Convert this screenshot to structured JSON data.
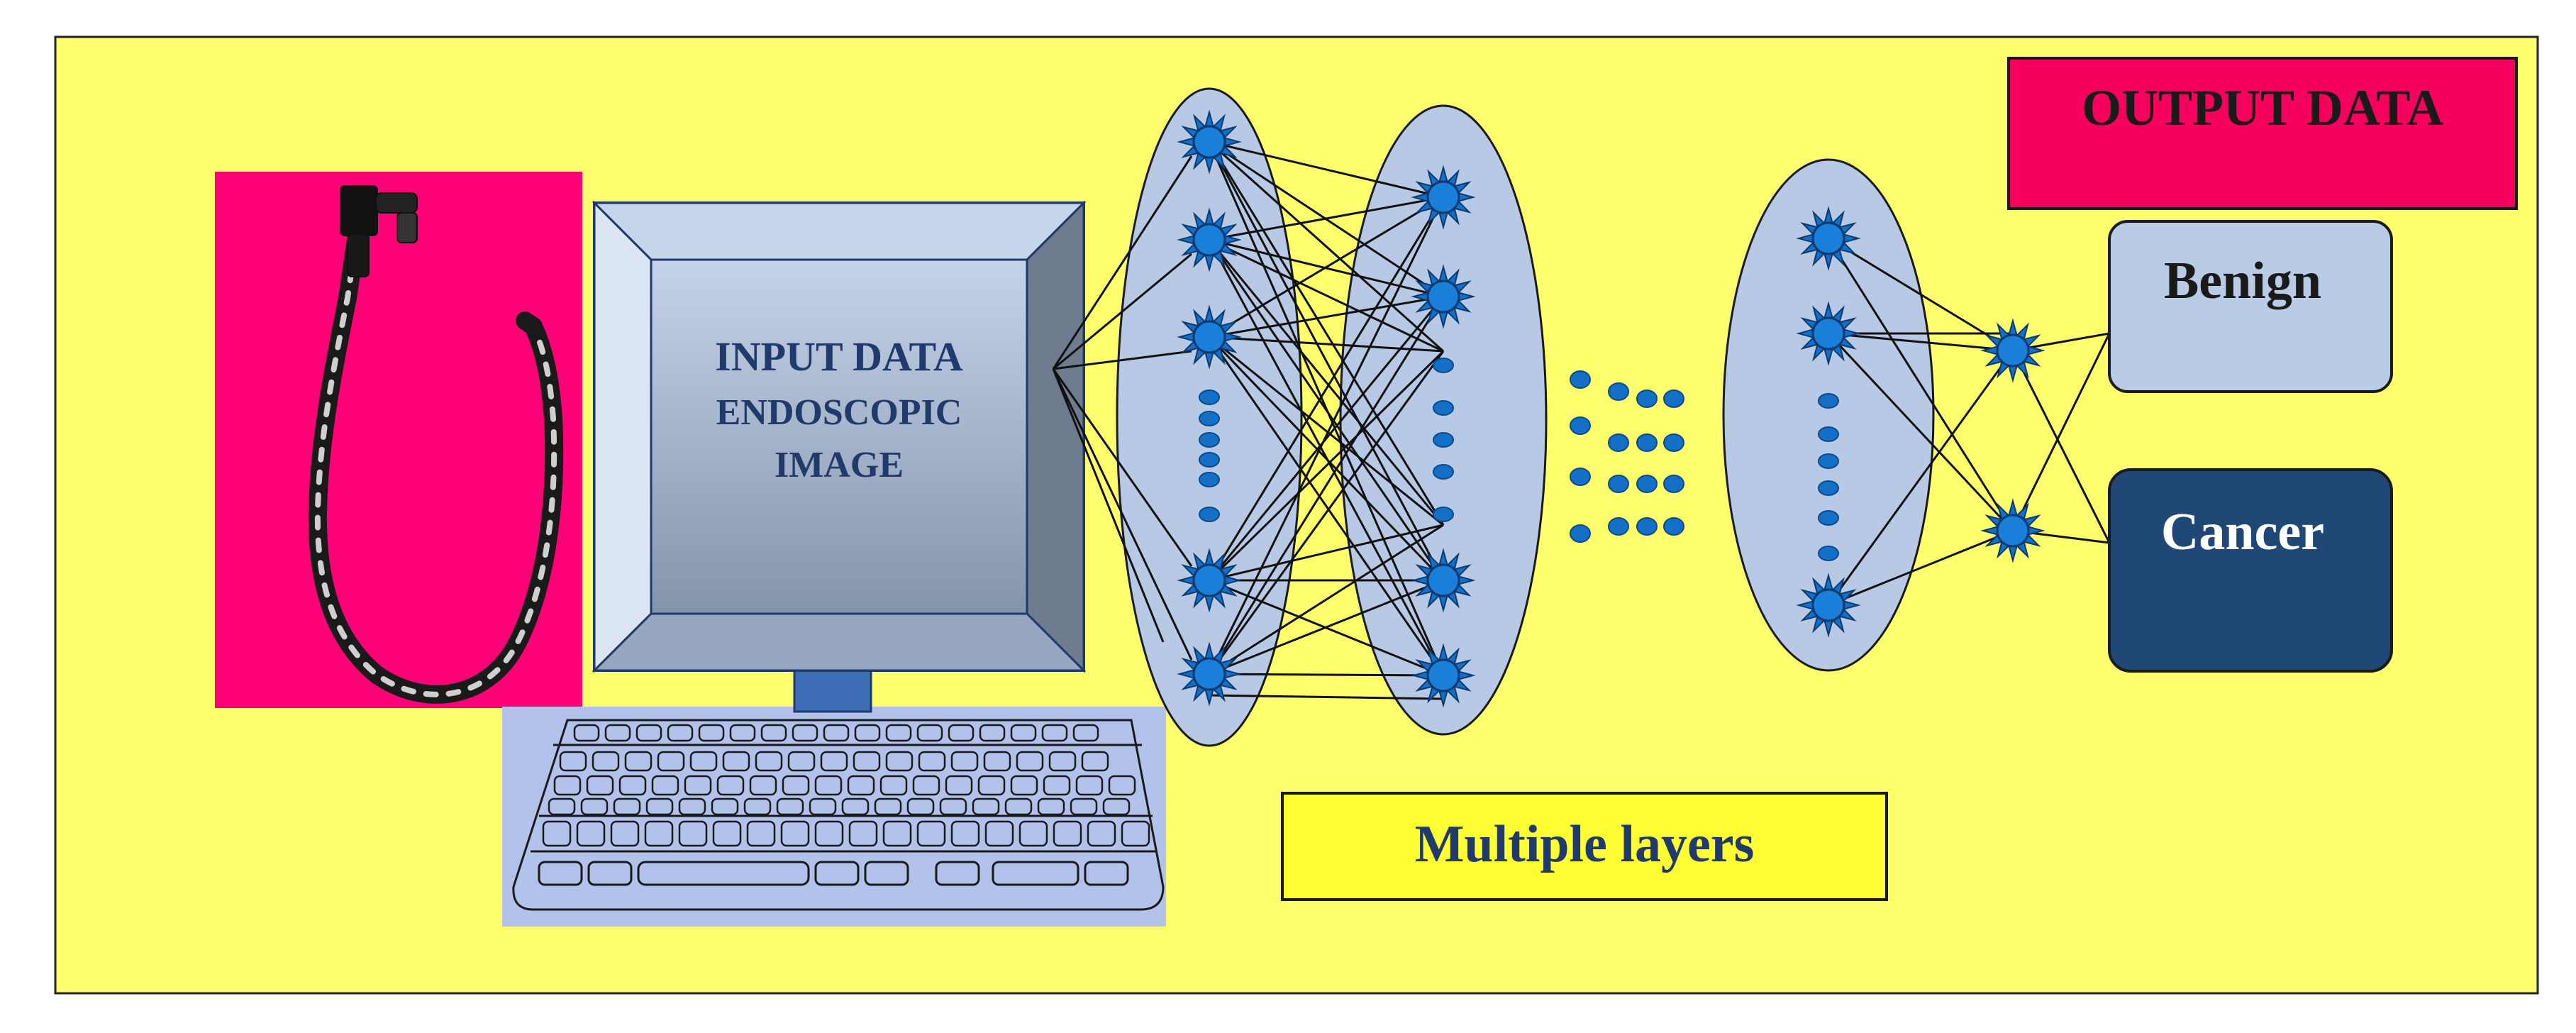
{
  "input": {
    "line1": "INPUT DATA",
    "line2": "ENDOSCOPIC",
    "line3": "IMAGE"
  },
  "output": {
    "header": "OUTPUT DATA",
    "benign": "Benign",
    "cancer": "Cancer"
  },
  "hidden": {
    "label": "Multiple layers"
  },
  "colors": {
    "background": "#ffff6e",
    "magenta": "#ff0077",
    "outputHeader": "#f5005c",
    "layerFill": "#b7c9e4",
    "node": "#1370c6",
    "nodeDark": "#0a4a8a",
    "benignFill": "#b9cbe5",
    "cancerFill": "#1f4877",
    "navyText": "#1f3a6b",
    "hiddenBox": "#ffff33",
    "keyboardPanel": "#b3c2ea"
  },
  "icons": [
    "endoscope-icon",
    "monitor-icon",
    "keyboard-icon",
    "neuron-icon"
  ]
}
